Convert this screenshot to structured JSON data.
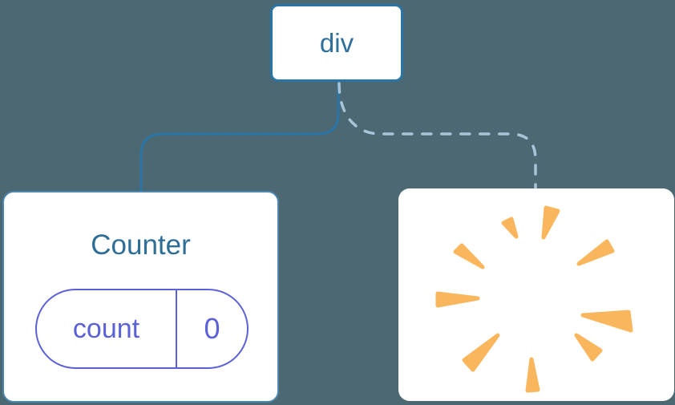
{
  "tree": {
    "root_label": "div",
    "counter": {
      "title": "Counter",
      "state_key": "count",
      "state_value": "0"
    }
  },
  "icons": {
    "poof": "starburst-poof"
  },
  "colors": {
    "bg": "#4c6872",
    "line": "#2a74a6",
    "dashed": "#a7c5d9",
    "node_text": "#2e6f9d",
    "title": "#2e6d96",
    "purple": "#5b61d6",
    "burst": "#f9b65c",
    "card_border": "#4c86ad",
    "card_bg": "#ffffff"
  }
}
